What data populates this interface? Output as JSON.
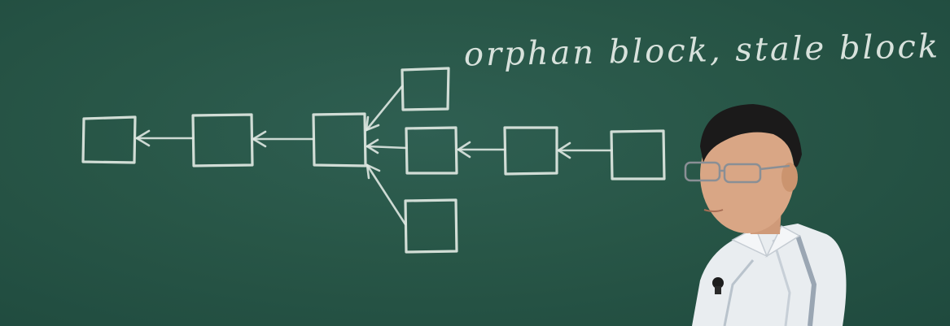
{
  "board": {
    "caption": "orphan block, stale block"
  },
  "diagram": {
    "blocks": [
      {
        "id": "b1"
      },
      {
        "id": "b2"
      },
      {
        "id": "b3"
      },
      {
        "id": "fork-top"
      },
      {
        "id": "fork-middle"
      },
      {
        "id": "fork-bottom"
      },
      {
        "id": "b5"
      },
      {
        "id": "b6"
      }
    ]
  },
  "colors": {
    "chalkboard": "#285647",
    "chalk": "#dfe8e2",
    "shirt": "#e9edf0",
    "hair": "#1b1a1a",
    "skin": "#d9a685"
  },
  "icons": [
    "presenter-figure",
    "lapel-microphone-icon",
    "glasses-icon"
  ]
}
